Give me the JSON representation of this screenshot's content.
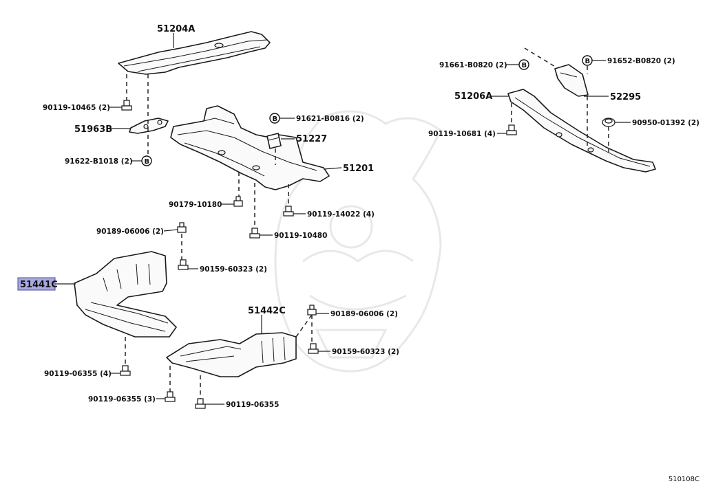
{
  "diagram": {
    "callouts": {
      "p51204A": "51204A",
      "p90119_10465": "90119-10465 (2)",
      "p51963B": "51963B",
      "p91622": "91622-B1018 (2)",
      "p91621": "91621-B0816 (2)",
      "p51227": "51227",
      "p51201": "51201",
      "p90179": "90179-10180",
      "p90119_14022": "90119-14022 (4)",
      "p90119_10480": "90119-10480",
      "p90189_a": "90189-06006 (2)",
      "p90159_a": "90159-60323 (2)",
      "p51441C": "51441C",
      "p51442C": "51442C",
      "p90189_b": "90189-06006 (2)",
      "p90159_b": "90159-60323 (2)",
      "p90119_06355_4": "90119-06355 (4)",
      "p90119_06355_3": "90119-06355 (3)",
      "p90119_06355": "90119-06355",
      "p91661": "91661-B0820 (2)",
      "p91652": "91652-B0820 (2)",
      "p51206A": "51206A",
      "p52295": "52295",
      "p90119_10681": "90119-10681 (4)",
      "p90950": "90950-01392 (2)"
    },
    "b_marker": "B",
    "drawing_code": "510108C",
    "highlight_color": "#a9a9e0"
  }
}
